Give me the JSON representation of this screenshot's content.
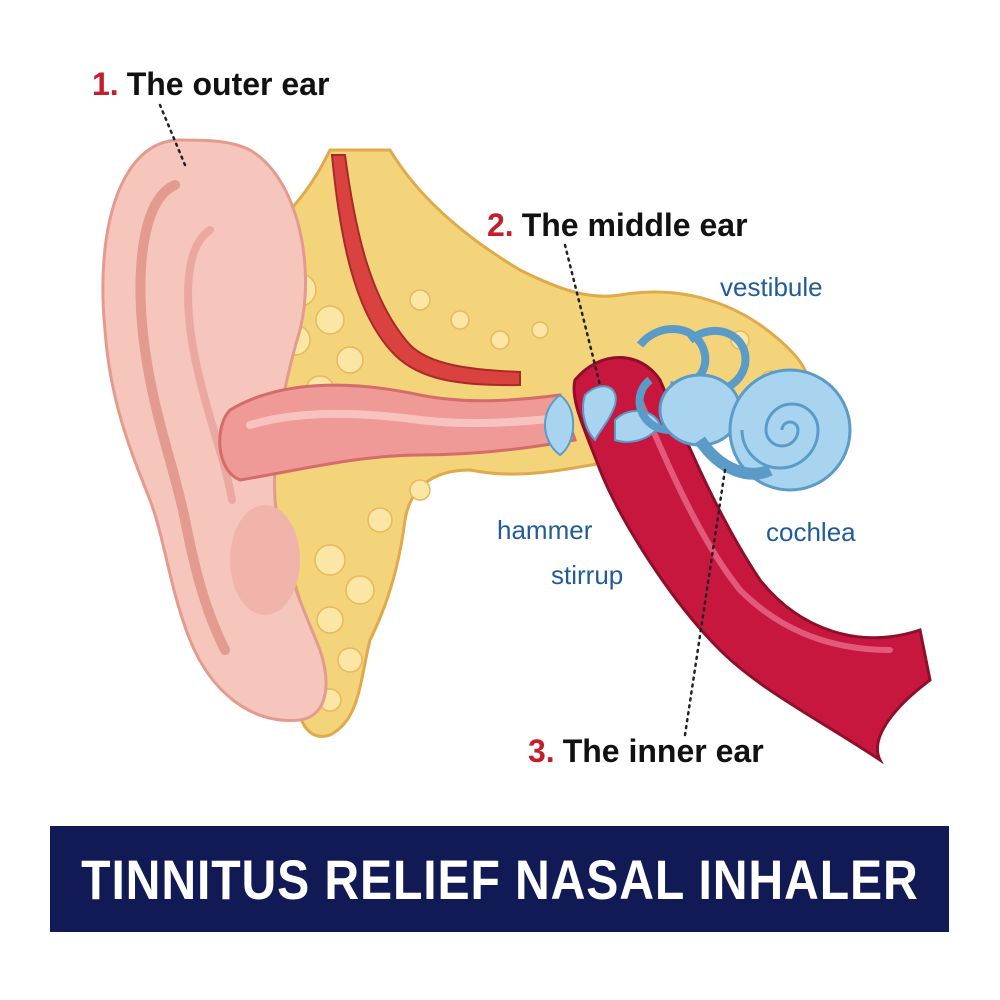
{
  "headings": [
    {
      "number": "1.",
      "text": "The outer ear"
    },
    {
      "number": "2.",
      "text": "The middle ear"
    },
    {
      "number": "3.",
      "text": "The inner ear"
    }
  ],
  "parts": {
    "vestibule": "vestibule",
    "hammer": "hammer",
    "stirrup": "stirrup",
    "cochlea": "cochlea"
  },
  "banner": {
    "text": "TINNITUS RELIEF NASAL INHALER"
  },
  "colors": {
    "number_red": "#c41e2a",
    "part_label_blue": "#1f5c99",
    "banner_navy": "#121a55",
    "skin": "#f6c6bd",
    "fat": "#f4d47a",
    "canal": "#ef9a96",
    "tube": "#c8173f",
    "inner_ear_blue": "#a9d4ef"
  }
}
